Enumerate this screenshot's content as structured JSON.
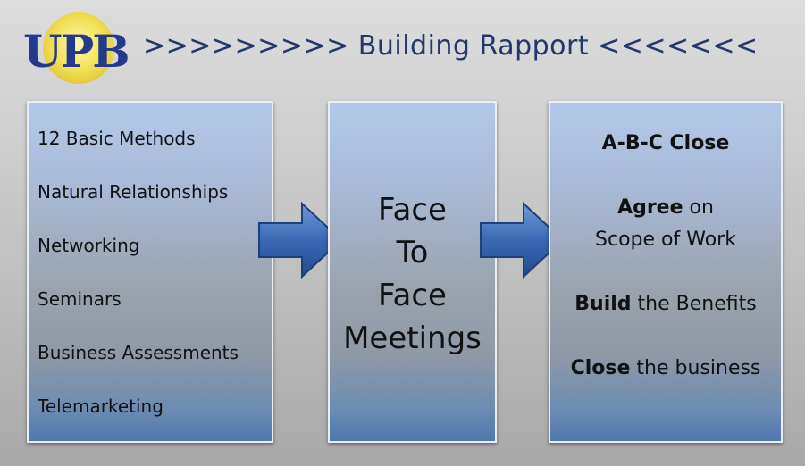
{
  "logo": {
    "text": "UPB"
  },
  "title": ">>>>>>>>> Building Rapport <<<<<<<",
  "left_panel": {
    "items": [
      "12 Basic Methods",
      "Natural Relationships",
      "Networking",
      "Seminars",
      "Business Assessments",
      "Telemarketing"
    ]
  },
  "center_panel": {
    "lines": [
      "Face",
      "To",
      "Face",
      "Meetings"
    ]
  },
  "right_panel": {
    "steps": [
      {
        "bold": "A-B-C Close",
        "rest": ""
      },
      {
        "bold": "Agree",
        "rest": " on",
        "line2": "Scope of Work"
      },
      {
        "bold": "Build",
        "rest": " the Benefits"
      },
      {
        "bold": "Close",
        "rest": " the business"
      }
    ]
  },
  "colors": {
    "arrow": "#3a69b5",
    "title": "#22386a",
    "logo_text": "#233a8c",
    "logo_sun": "#f3e35a"
  }
}
